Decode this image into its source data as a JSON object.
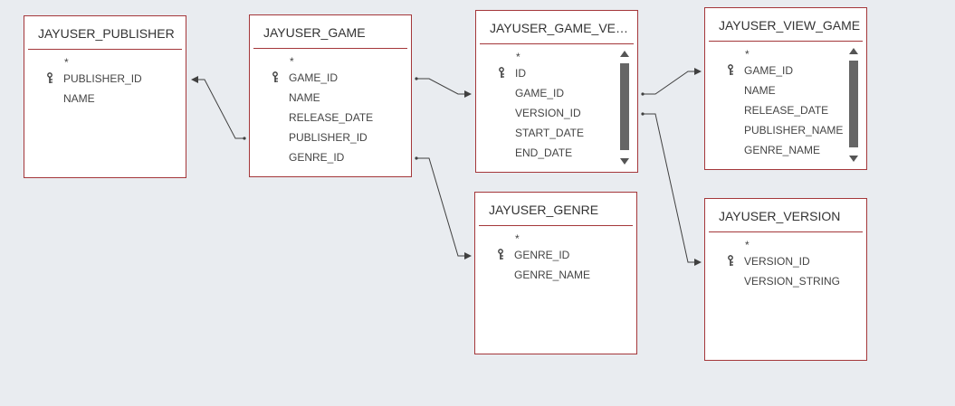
{
  "colors": {
    "background": "#e9ecf0",
    "table_border": "#a4373a",
    "connector": "#404040"
  },
  "tables": {
    "publisher": {
      "name": "JAYUSER_PUBLISHER",
      "fields": [
        {
          "name": "*"
        },
        {
          "name": "PUBLISHER_ID",
          "key": true
        },
        {
          "name": "NAME"
        }
      ]
    },
    "game": {
      "name": "JAYUSER_GAME",
      "fields": [
        {
          "name": "*"
        },
        {
          "name": "GAME_ID",
          "key": true
        },
        {
          "name": "NAME"
        },
        {
          "name": "RELEASE_DATE"
        },
        {
          "name": "PUBLISHER_ID"
        },
        {
          "name": "GENRE_ID"
        }
      ]
    },
    "game_version": {
      "name": "JAYUSER_GAME_VERSI...",
      "fields": [
        {
          "name": "*"
        },
        {
          "name": "ID",
          "key": true
        },
        {
          "name": "GAME_ID"
        },
        {
          "name": "VERSION_ID"
        },
        {
          "name": "START_DATE"
        },
        {
          "name": "END_DATE"
        }
      ]
    },
    "view_game": {
      "name": "JAYUSER_VIEW_GAME",
      "fields": [
        {
          "name": "*"
        },
        {
          "name": "GAME_ID",
          "key": true
        },
        {
          "name": "NAME"
        },
        {
          "name": "RELEASE_DATE"
        },
        {
          "name": "PUBLISHER_NAME"
        },
        {
          "name": "GENRE_NAME"
        }
      ]
    },
    "genre": {
      "name": "JAYUSER_GENRE",
      "fields": [
        {
          "name": "*"
        },
        {
          "name": "GENRE_ID",
          "key": true
        },
        {
          "name": "GENRE_NAME"
        }
      ]
    },
    "version": {
      "name": "JAYUSER_VERSION",
      "fields": [
        {
          "name": "*"
        },
        {
          "name": "VERSION_ID",
          "key": true
        },
        {
          "name": "VERSION_STRING"
        }
      ]
    }
  }
}
